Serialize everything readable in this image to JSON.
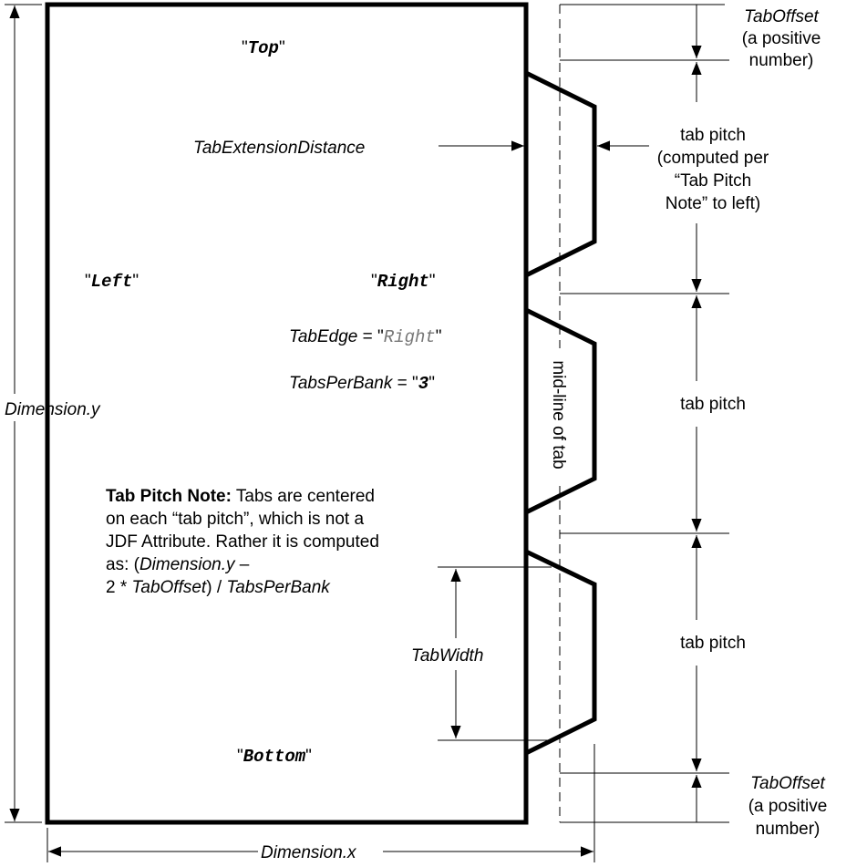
{
  "edge_labels": {
    "top": "Top",
    "left": "Left",
    "right": "Right",
    "bottom": "Bottom"
  },
  "attributes": {
    "tab_edge_name": "TabEdge",
    "tab_edge_value": "Right",
    "tabs_per_bank_name": "TabsPerBank",
    "tabs_per_bank_value": "3",
    "tab_extension_distance": "TabExtensionDistance",
    "tab_width": "TabWidth"
  },
  "dimensions": {
    "x": "Dimension.x",
    "y": "Dimension.y"
  },
  "tab_offset_top": {
    "name": "TabOffset",
    "note_line1": "(a positive",
    "note_line2": "number)"
  },
  "tab_offset_bottom": {
    "name": "TabOffset",
    "note_line1": "(a positive",
    "note_line2": "number)"
  },
  "tab_pitch_1": {
    "line1": "tab pitch",
    "line2": "(computed per",
    "line3": "“Tab Pitch",
    "line4": "Note” to left)"
  },
  "tab_pitch_2": "tab pitch",
  "tab_pitch_3": "tab pitch",
  "midline_label": "mid-line of tab",
  "pitch_note": {
    "title": "Tab Pitch Note:",
    "line1_rest": " Tabs are centered",
    "line2": "on each “tab pitch”, which is not a",
    "line3": "JDF Attribute. Rather it is computed",
    "line4_pre": "as: (",
    "line4_dim": "Dimension.y",
    "line4_post": " –",
    "line5_pre": "2 * ",
    "line5_offset": "TabOffset",
    "line5_mid": ") / ",
    "line5_tpb": "TabsPerBank"
  }
}
